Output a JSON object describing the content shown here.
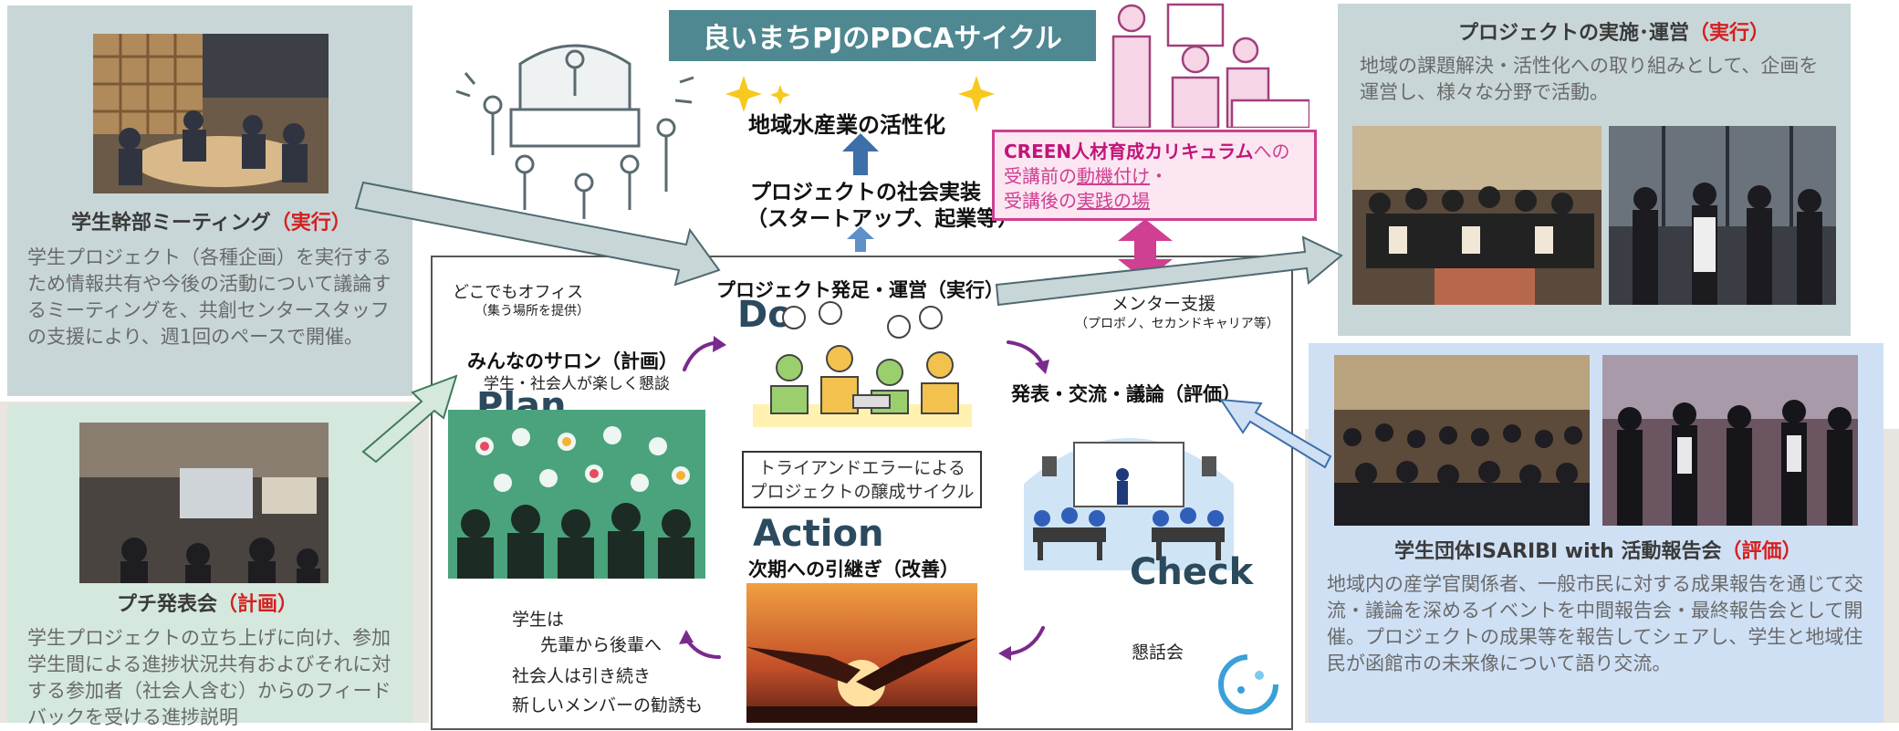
{
  "banner": "良いまちPJのPDCAサイクル",
  "top_center": {
    "goal": "地域水産業の活性化",
    "social_line1": "プロジェクトの社会実装",
    "social_line2": "（スタートアップ、起業等）"
  },
  "creen": {
    "title_bold": "CREEN人材育成カリキュラム",
    "title_rest": "への",
    "line2_a": "受講前の",
    "line2_b": "動機付け",
    "line2_c": "・",
    "line3_a": "受講後の",
    "line3_b": "実践の場"
  },
  "left_top": {
    "title": "学生幹部ミーティング",
    "tag": "（実行）",
    "body": "学生プロジェクト（各種企画）を実行するため情報共有や今後の活動について議論するミーティングを、共創センタースタッフの支援により、週1回のペースで開催。"
  },
  "left_bottom": {
    "title": "プチ発表会",
    "tag": "（計画）",
    "body": "学生プロジェクトの立ち上げに向け、参加学生間による進捗状況共有およびそれに対する参加者（社会人含む）からのフィードバックを受ける進捗説明"
  },
  "right_top": {
    "title": "プロジェクトの実施･運営",
    "tag": "（実行）",
    "body": "地域の課題解決・活性化への取り組みとして、企画を運営し、様々な分野で活動。"
  },
  "right_bottom": {
    "title": "学生団体ISARIBI with 活動報告会",
    "tag": "（評価）",
    "body": "地域内の産学官関係者、一般市民に対する成果報告を通じて交流・議論を深めるイベントを中間報告会・最終報告会として開催。プロジェクトの成果等を報告してシェアし、学生と地域住民が函館市の未来像について語り交流。"
  },
  "cycle": {
    "office_1": "どこでもオフィス",
    "office_2": "（集う場所を提供）",
    "salon": "みんなのサロン（計画）",
    "salon_sub": "学生・社会人が楽しく懇談",
    "plan": "Plan",
    "do_title": "プロジェクト発足・運営（実行）",
    "do": "Do",
    "mentor": "メンター支援",
    "mentor_sub": "（プロボノ、セカンドキャリア等）",
    "check_title": "発表・交流・議論（評価）",
    "check": "Check",
    "try_1": "トライアンドエラーによる",
    "try_2": "プロジェクトの醸成サイクル",
    "action": "Action",
    "action_title": "次期への引継ぎ（改善）",
    "note_1": "学生は",
    "note_2": "先輩から後輩へ",
    "note_3": "社会人は引き続き",
    "note_4": "新しいメンバーの勧誘も",
    "kondankai": "懇話会"
  },
  "colors": {
    "banner": "#4f8891",
    "red": "#d42020",
    "pink": "#cf3f92",
    "arrow_grey": "#c8d6d8",
    "arrow_green": "#d4e8dd",
    "arrow_blue": "#cfe0f5",
    "purple": "#7a2a8c"
  }
}
